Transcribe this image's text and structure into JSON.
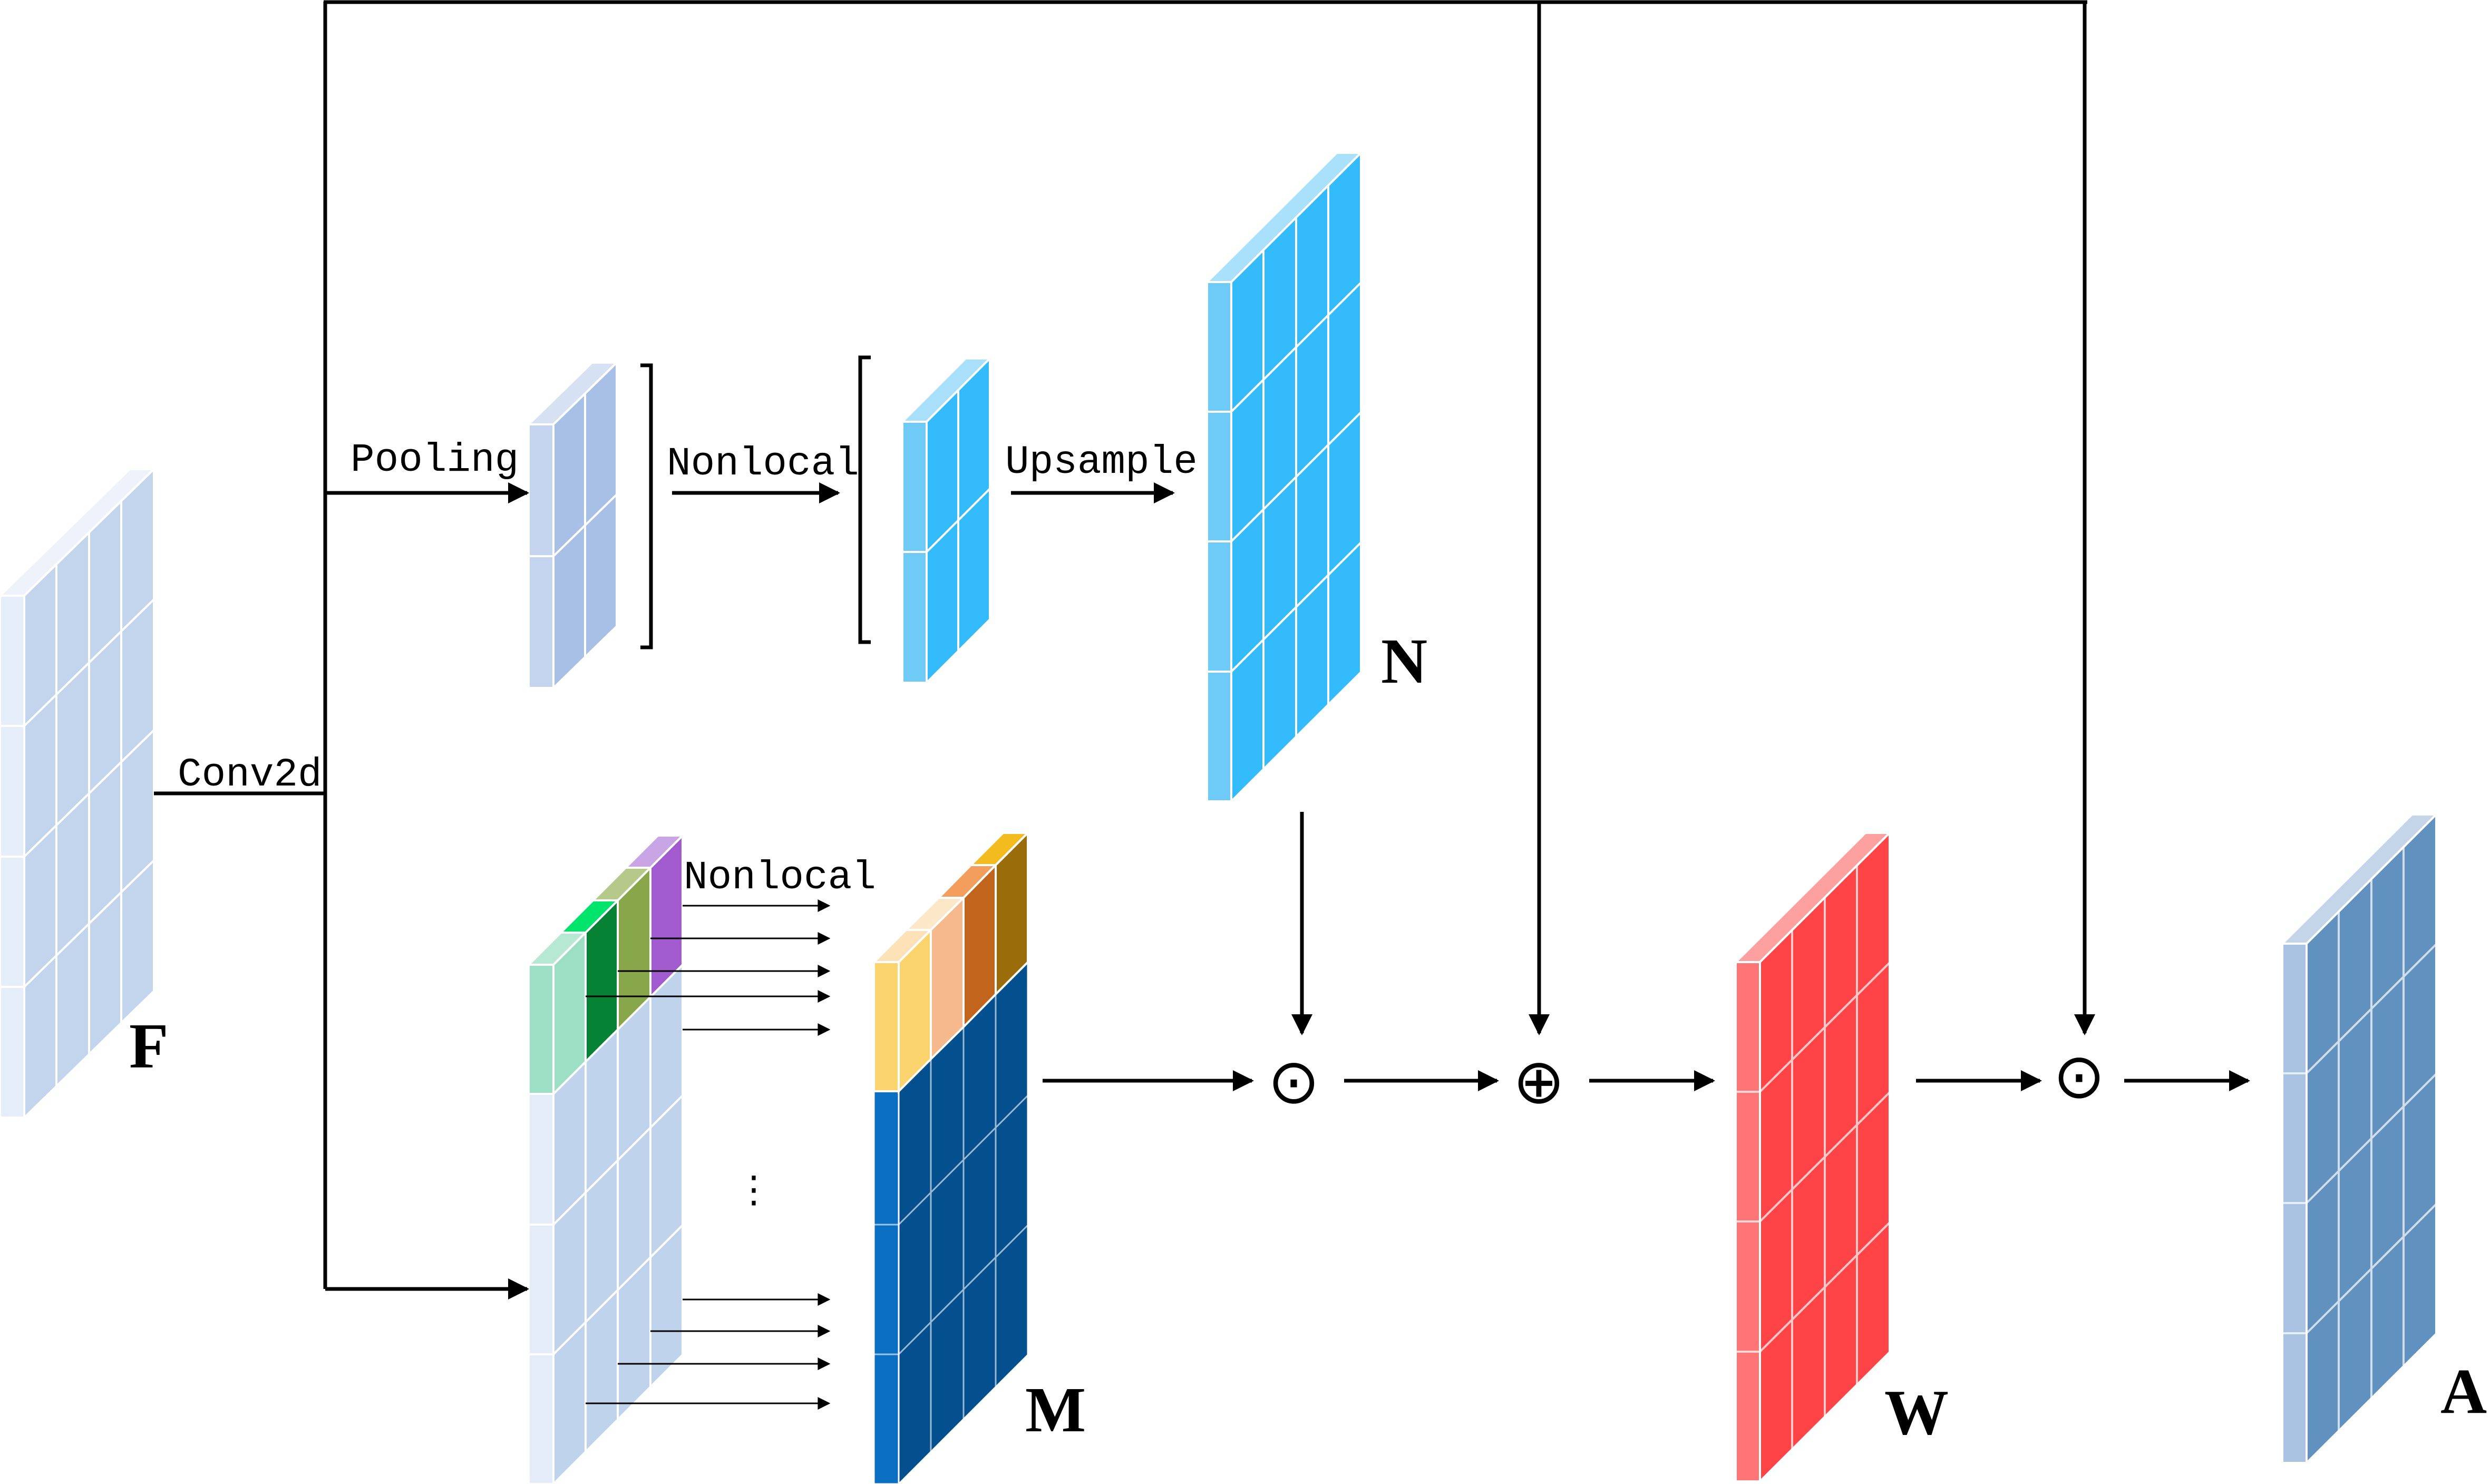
{
  "labels": {
    "conv2d": "Conv2d",
    "pooling": "Pooling",
    "nonlocal_top": "Nonlocal",
    "upsample": "Upsample",
    "nonlocal_bottom": "Nonlocal",
    "vertical_dots": "⋮",
    "F": "F",
    "N": "N",
    "M": "M",
    "W": "W",
    "A": "A",
    "odot_1": "⊙",
    "oplus": "⊕",
    "odot_2": "⊙"
  },
  "colors": {
    "F_front": "#e6eef9",
    "F_side": "#c2d5ed",
    "pool_front": "#c5d4ee",
    "pool_side": "#a9c0e6",
    "nl_front": "#6fcaf6",
    "nl_side": "#33bbfb",
    "N_front": "#6ecbf8",
    "N_side": "#33bbfc",
    "Mtensor_front": "#e3ecf8",
    "Mtensor_side": "#c0d3ec",
    "M_front": "#0a6ec2",
    "M_side": "#04508f",
    "W_front": "#ff7575",
    "W_side": "#ff4447",
    "A_front": "#aac3e2",
    "A_side": "#6191bf",
    "highlight_green_light": "#9ddfc4",
    "highlight_green_dark": "#068234",
    "highlight_olive": "#88a64a",
    "highlight_purple": "#a25bce",
    "highlight_yellow": "#fbd46e",
    "highlight_peach": "#f5b98b",
    "highlight_orange": "#c0651b",
    "highlight_brown": "#9a6d0a"
  }
}
